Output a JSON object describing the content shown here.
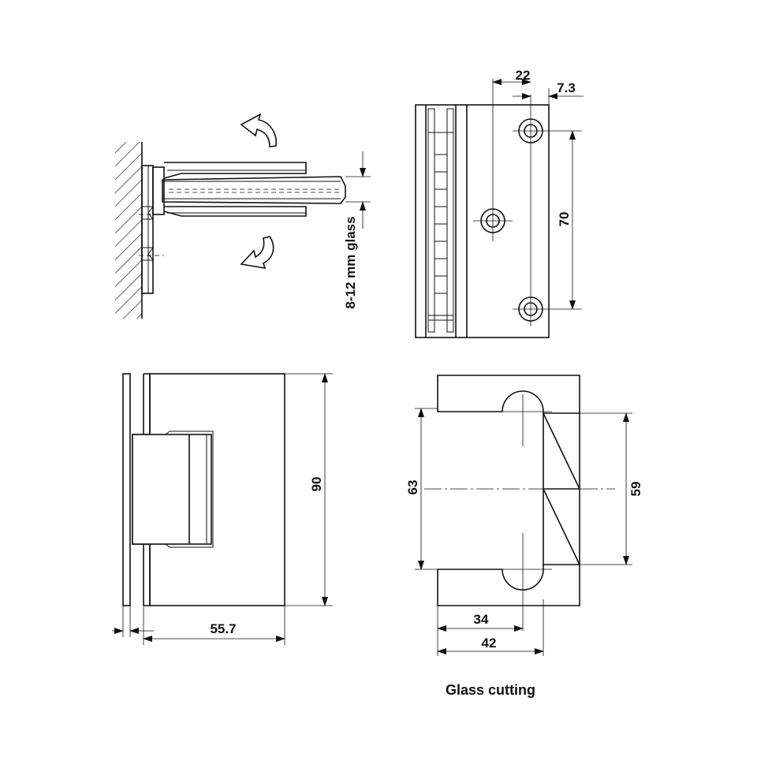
{
  "labels": {
    "glass_thickness": "8-12 mm glass",
    "caption": "Glass cutting"
  },
  "dimensions": {
    "hole_offset": "22",
    "edge_offset": "7.3",
    "hole_spacing": "70",
    "height": "90",
    "depth": "55.7",
    "cutout_outer": "63",
    "cutout_inner": "59",
    "cut_depth_inner": "34",
    "cut_depth_outer": "42"
  }
}
